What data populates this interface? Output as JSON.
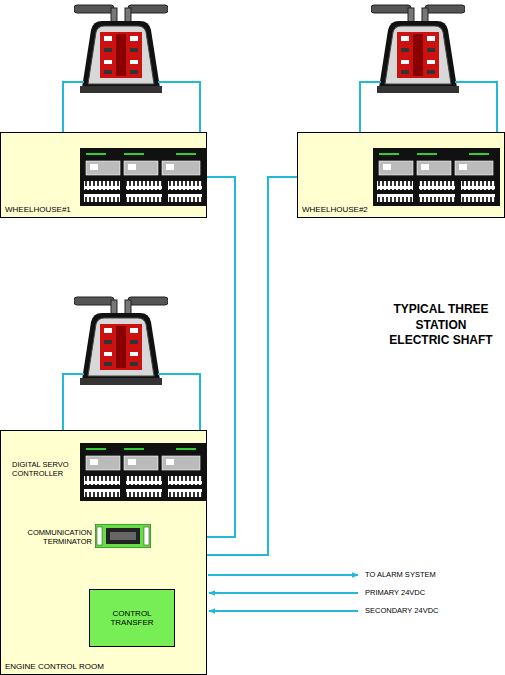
{
  "diagram": {
    "title": "TYPICAL THREE STATION ELECTRIC SHAFT",
    "nodes": [
      {
        "text": [
          "WHEELHOUSE#1"
        ]
      },
      {
        "text": [
          "WHEELHOUSE#2"
        ]
      },
      {
        "text": [
          "ENGINE CONTROL ROOM"
        ]
      },
      {
        "text": [
          "CONTROL TRANSFER"
        ],
        "in": 2
      }
    ],
    "edges": [
      {
        "from": 0,
        "to": 2,
        "arrow": "none"
      },
      {
        "from": 1,
        "to": 2,
        "arrow": "none"
      }
    ],
    "labels": [
      "DIGITAL SERVO CONTROLLER",
      "COMMUNICATION TERMINATOR",
      "TO ALARM SYSTEM",
      "PRIMARY 24VDC",
      "SECONDARY 24VDC"
    ]
  }
}
